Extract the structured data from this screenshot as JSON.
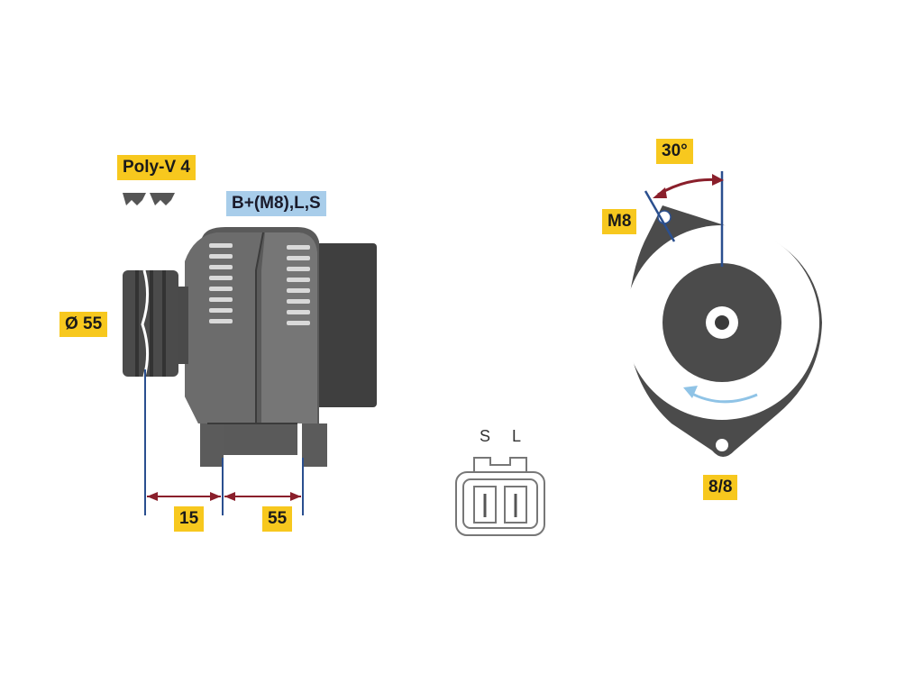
{
  "labels": {
    "belt": "Poly-V 4",
    "connection": "B+(M8),L,S",
    "pulley_diameter": "Ø 55",
    "dim_left": "15",
    "dim_right": "55",
    "angle": "30°",
    "mount_bolt": "M8",
    "bottom_bolt": "8/8",
    "plug_pin_s": "S",
    "plug_pin_l": "L"
  },
  "colors": {
    "label_bg": "#f7c81e",
    "connection_bg": "#a8cdea",
    "body_dark": "#4a4a4a",
    "body_mid": "#6e6e6e",
    "dim_arrow": "#8a1f2b",
    "axis_line": "#2a4f8f",
    "rotation_arrow": "#8fc3e6"
  }
}
